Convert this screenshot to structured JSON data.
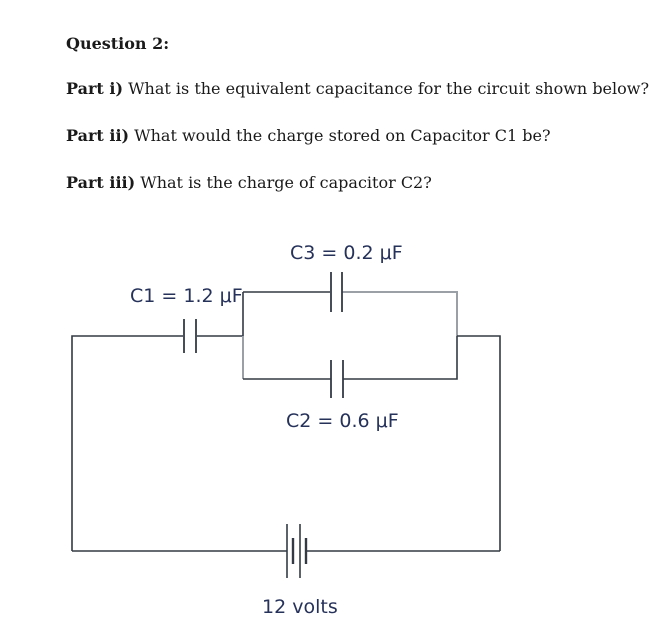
{
  "question": {
    "title": "Question 2:",
    "parts": [
      {
        "label": "Part i)",
        "text": " What is the equivalent capacitance for the circuit shown below?"
      },
      {
        "label": "Part ii)",
        "text": " What would the charge stored on Capacitor C1 be?"
      },
      {
        "label": "Part iii)",
        "text": " What is the charge of capacitor C2?"
      }
    ]
  },
  "circuit": {
    "c1_label": "C1 = 1.2 μF",
    "c2_label": "C2 = 0.6 μF",
    "c3_label": "C3 = 0.2 μF",
    "battery_label": "12 volts"
  }
}
